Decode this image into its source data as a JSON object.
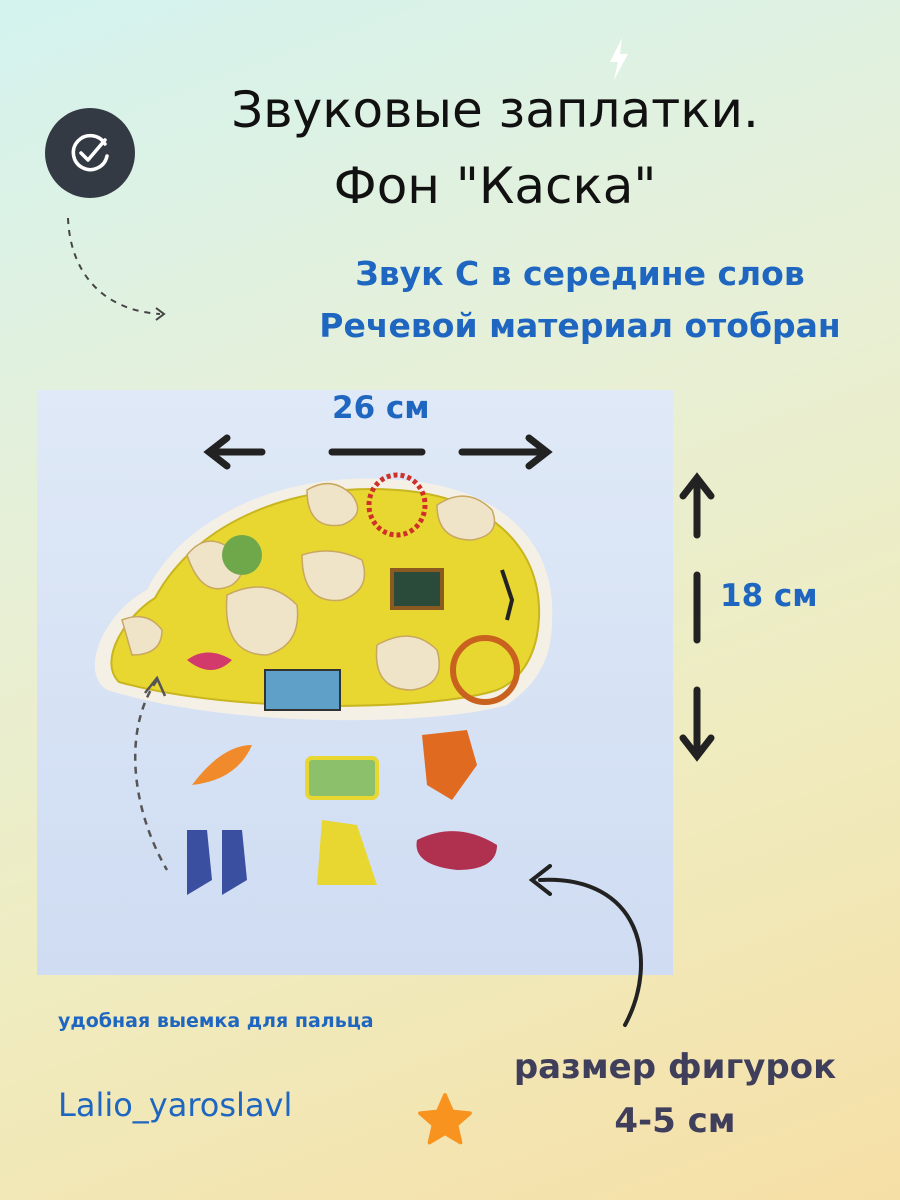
{
  "header": {
    "title_line1": "Звуковые заплатки.",
    "title_line2": "Фон \"Каска\"",
    "subtitle_line1": "Звук С в середине слов",
    "subtitle_line2": "Речевой материал отобран"
  },
  "dimensions": {
    "width_label": "26 см",
    "height_label": "18 см"
  },
  "notes": {
    "finger_notch": "удобная выемка для пальца",
    "piece_size_line1": "размер фигурок",
    "piece_size_line2": "4-5 см"
  },
  "brand": {
    "handle": "Lalio_yaroslavl"
  },
  "colors": {
    "accent_blue": "#1f66c1",
    "puzzle_yellow": "#e8d631",
    "star_orange": "#f7931e",
    "badge_dark": "#343a44"
  }
}
